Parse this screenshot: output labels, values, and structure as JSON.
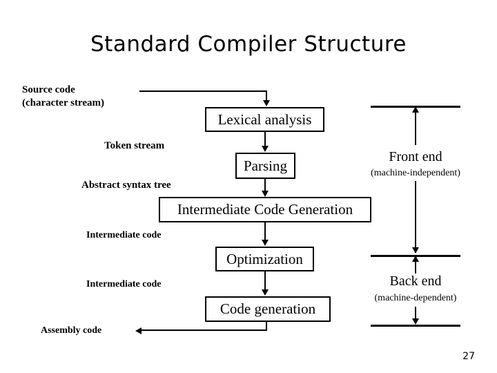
{
  "slide": {
    "title": "Standard Compiler Structure",
    "page_number": "27",
    "background_color": "#ffffff",
    "ink_color": "#000000"
  },
  "diagram": {
    "type": "flowchart",
    "stages": [
      {
        "id": "lexical-analysis",
        "label": "Lexical analysis"
      },
      {
        "id": "parsing",
        "label": "Parsing"
      },
      {
        "id": "intermediate-code-generation",
        "label": "Intermediate Code Generation"
      },
      {
        "id": "optimization",
        "label": "Optimization"
      },
      {
        "id": "code-generation",
        "label": "Code generation"
      }
    ],
    "flow_labels": [
      {
        "id": "source-code",
        "line1": "Source code",
        "line2": "(character stream)"
      },
      {
        "id": "token-stream",
        "line1": "Token stream"
      },
      {
        "id": "abstract-syntax-tree",
        "line1": "Abstract syntax tree"
      },
      {
        "id": "intermediate-code-1",
        "line1": "Intermediate code"
      },
      {
        "id": "intermediate-code-2",
        "line1": "Intermediate code"
      },
      {
        "id": "assembly-code",
        "line1": "Assembly code"
      }
    ],
    "phases": [
      {
        "id": "front-end",
        "name": "Front end",
        "qualifier": "(machine-independent)"
      },
      {
        "id": "back-end",
        "name": "Back end",
        "qualifier": "(machine-dependent)"
      }
    ]
  }
}
